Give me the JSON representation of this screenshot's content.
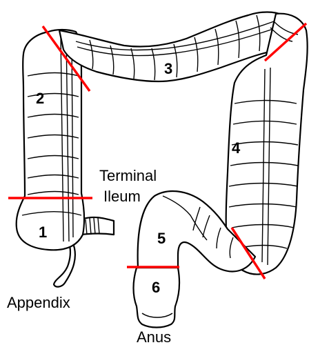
{
  "diagram": {
    "segments": [
      {
        "number": "1"
      },
      {
        "number": "2"
      },
      {
        "number": "3"
      },
      {
        "number": "4"
      },
      {
        "number": "5"
      },
      {
        "number": "6"
      }
    ],
    "labels": {
      "terminal_ileum_line1": "Terminal",
      "terminal_ileum_line2": "Ileum",
      "appendix": "Appendix",
      "anus": "Anus"
    },
    "colors": {
      "cut_line": "#ff0000",
      "outline": "#000000"
    }
  }
}
